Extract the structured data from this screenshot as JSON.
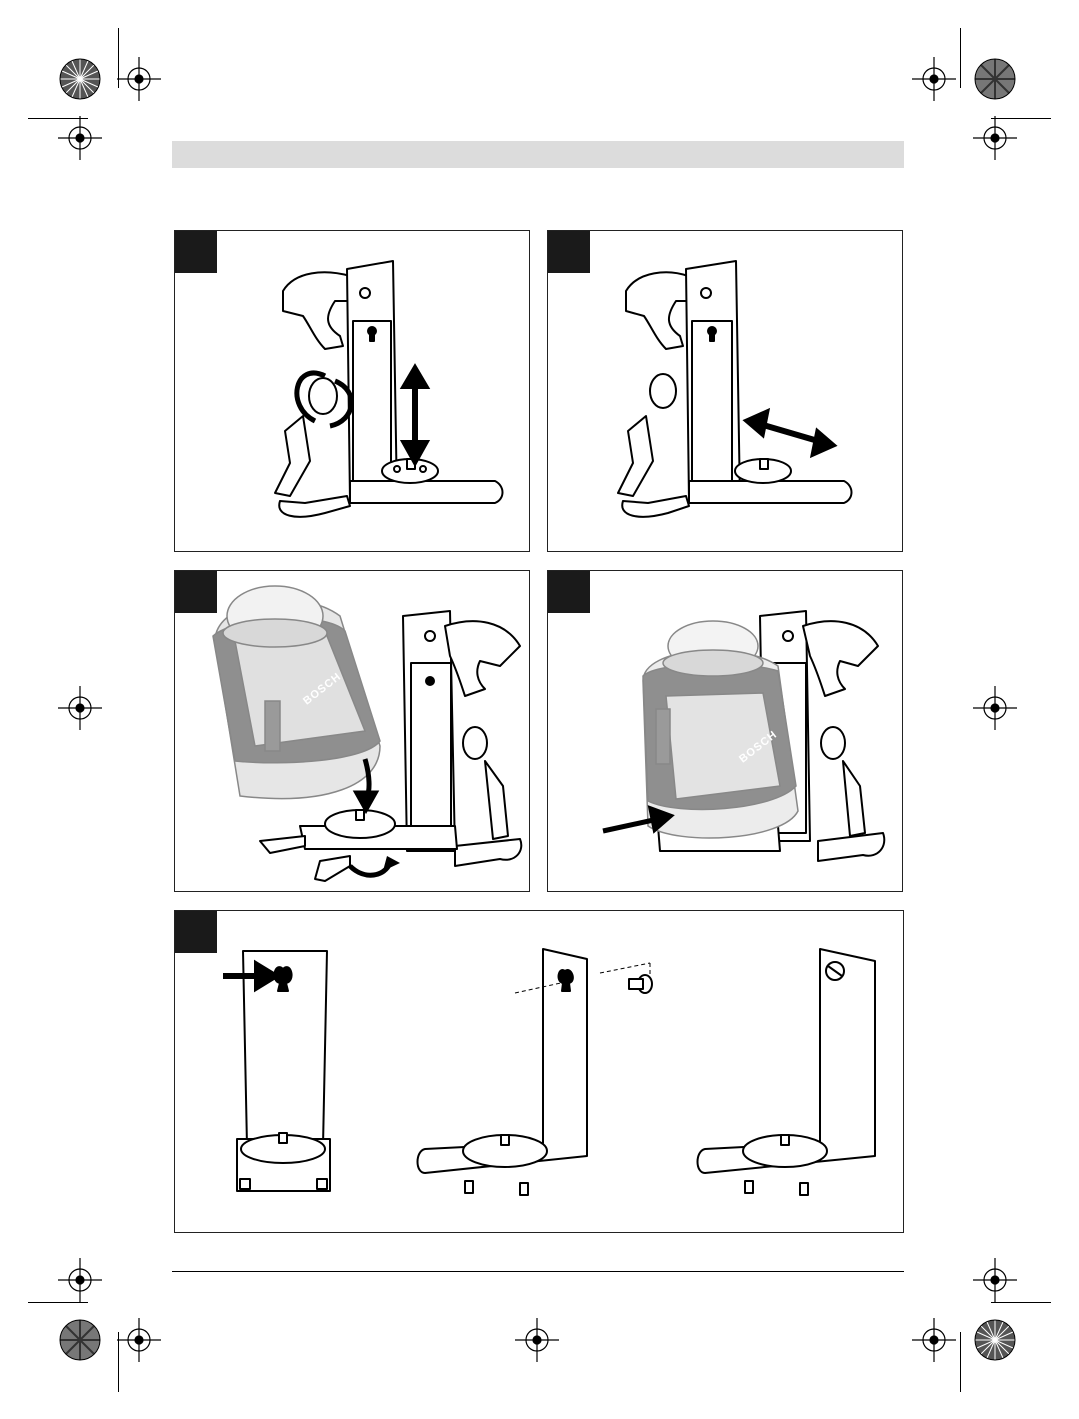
{
  "page": {
    "header_band": "",
    "figures": [
      {
        "id": "fig-adjust-height",
        "tab_label": "",
        "icon": "rotate-knob-vertical-arrow"
      },
      {
        "id": "fig-adjust-width",
        "tab_label": "",
        "icon": "horizontal-double-arrow"
      },
      {
        "id": "fig-mount-device",
        "tab_label": "",
        "icon": "device-down-arrow"
      },
      {
        "id": "fig-slide-device",
        "tab_label": "",
        "icon": "device-push-arrow"
      },
      {
        "id": "fig-wall-mount",
        "tab_label": "",
        "icon": "wall-mount-steps"
      }
    ],
    "brand_text_1": "BOSCH",
    "brand_text_2": "BOSCH"
  }
}
